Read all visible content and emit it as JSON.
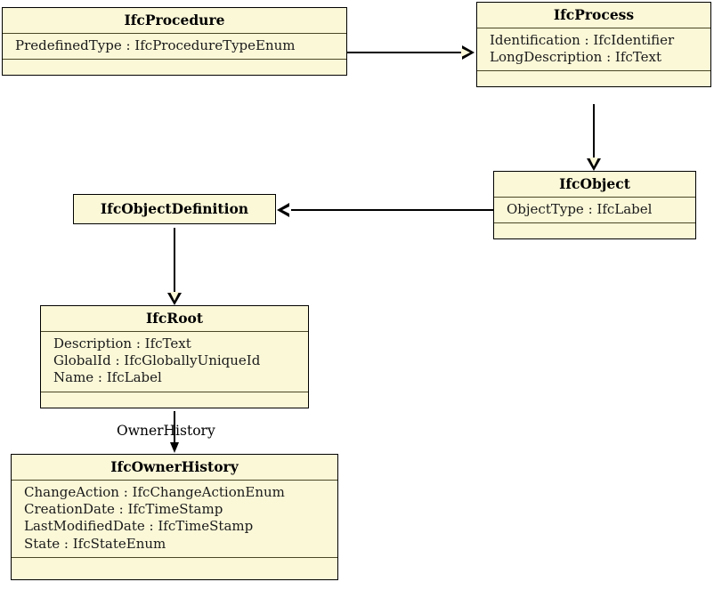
{
  "diagram": {
    "kind": "uml-class-diagram",
    "fill_color": "#fbf8d8",
    "border_color": "#000000",
    "separator_color": "#4a4726",
    "background": "#ffffff"
  },
  "classes": {
    "ifc_procedure": {
      "name": "IfcProcedure",
      "attributes": [
        "PredefinedType : IfcProcedureTypeEnum"
      ]
    },
    "ifc_process": {
      "name": "IfcProcess",
      "attributes": [
        "Identification : IfcIdentifier",
        "LongDescription : IfcText"
      ]
    },
    "ifc_object": {
      "name": "IfcObject",
      "attributes": [
        "ObjectType : IfcLabel"
      ]
    },
    "ifc_object_definition": {
      "name": "IfcObjectDefinition",
      "attributes": []
    },
    "ifc_root": {
      "name": "IfcRoot",
      "attributes": [
        "Description : IfcText",
        "GlobalId : IfcGloballyUniqueId",
        "Name : IfcLabel"
      ]
    },
    "ifc_owner_history": {
      "name": "IfcOwnerHistory",
      "attributes": [
        "ChangeAction : IfcChangeActionEnum",
        "CreationDate : IfcTimeStamp",
        "LastModifiedDate : IfcTimeStamp",
        "State : IfcStateEnum"
      ]
    }
  },
  "relationships": {
    "procedure_to_process": {
      "type": "generalization",
      "source": "IfcProcedure",
      "target": "IfcProcess",
      "label": ""
    },
    "process_to_object": {
      "type": "generalization",
      "source": "IfcProcess",
      "target": "IfcObject",
      "label": ""
    },
    "object_to_object_definition": {
      "type": "generalization",
      "source": "IfcObject",
      "target": "IfcObjectDefinition",
      "label": ""
    },
    "object_definition_to_root": {
      "type": "generalization",
      "source": "IfcObjectDefinition",
      "target": "IfcRoot",
      "label": ""
    },
    "root_to_owner_history": {
      "type": "association",
      "source": "IfcRoot",
      "target": "IfcOwnerHistory",
      "label": "OwnerHistory"
    }
  }
}
